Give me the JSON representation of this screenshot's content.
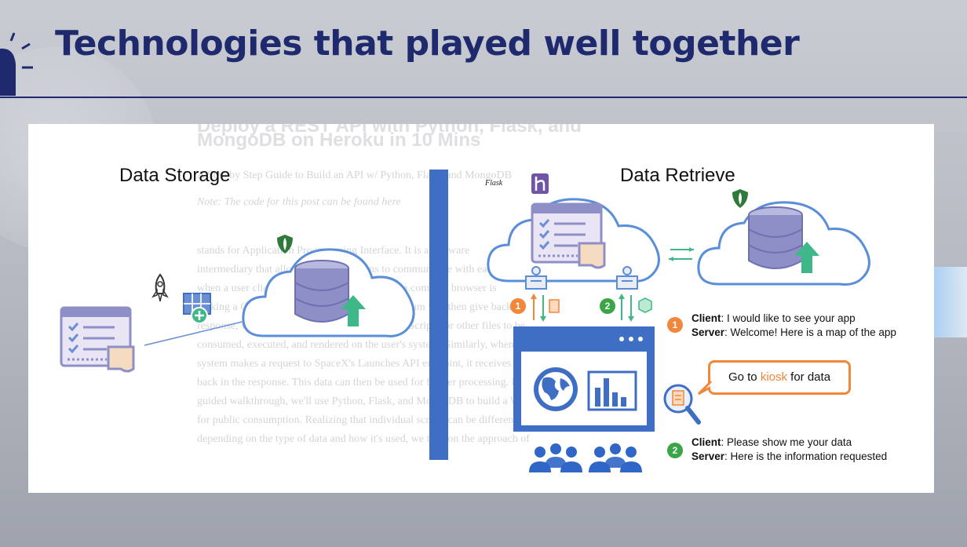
{
  "slide": {
    "title": "Technologies that played well together"
  },
  "background_article": {
    "heading_line1": "Deploy a REST API with Python, Flask, and",
    "heading_line2": "MongoDB on Heroku in 10 Mins",
    "lines": [
      "A Step by Step Guide to Build an API w/ Python, Flask, and MongoDB",
      "Note: The code for this post can be found here",
      "stands for Application Programming Interface. It is a software",
      "intermediary that allows two applications to communicate with each other. For example,",
      "when a user clicks on a link, e.g., www.medium.com, the browser is",
      "making a GET request to Medium's server. Medium will then give back a",
      "response, which may contain HTML, CSS, JavaScripts, or other files to be",
      "consumed, executed, and rendered on the user's system. Similarly, when a",
      "system makes a request to SpaceX's Launches API endpoint, it receives data",
      "back in the response. This data can then be used for further processing. In this",
      "guided walkthrough, we'll use Python, Flask, and MongoDB to build a Web API",
      "for public consumption. Realizing that individual scripts can be different",
      "depending on the type of data and how it's used, we take on the approach of"
    ]
  },
  "diagram": {
    "storage_label": "Data Storage",
    "retrieve_label": "Data Retrieve",
    "flask_label": "Flask",
    "step1_number": "1",
    "step2_number": "2",
    "exchange1": {
      "client_label": "Client",
      "client_text": ": I would like to see your app",
      "server_label": "Server",
      "server_text": ": Welcome! Here is a map of the app"
    },
    "bubble": {
      "prefix": "Go to ",
      "highlight": "kiosk",
      "suffix": " for data"
    },
    "exchange2": {
      "client_label": "Client",
      "client_text": ": Please show me your data",
      "server_label": "Server",
      "server_text": ": Here is the information requested"
    },
    "colors": {
      "cloud_stroke": "#5a8ed8",
      "db_fill": "#8e8fc7",
      "arrow_green": "#3fb889",
      "divider_blue": "#3f6fc4",
      "orange": "#f0873a",
      "green_badge": "#3aa648",
      "people_blue": "#2f66c8",
      "title_navy": "#1f2a6e"
    }
  }
}
